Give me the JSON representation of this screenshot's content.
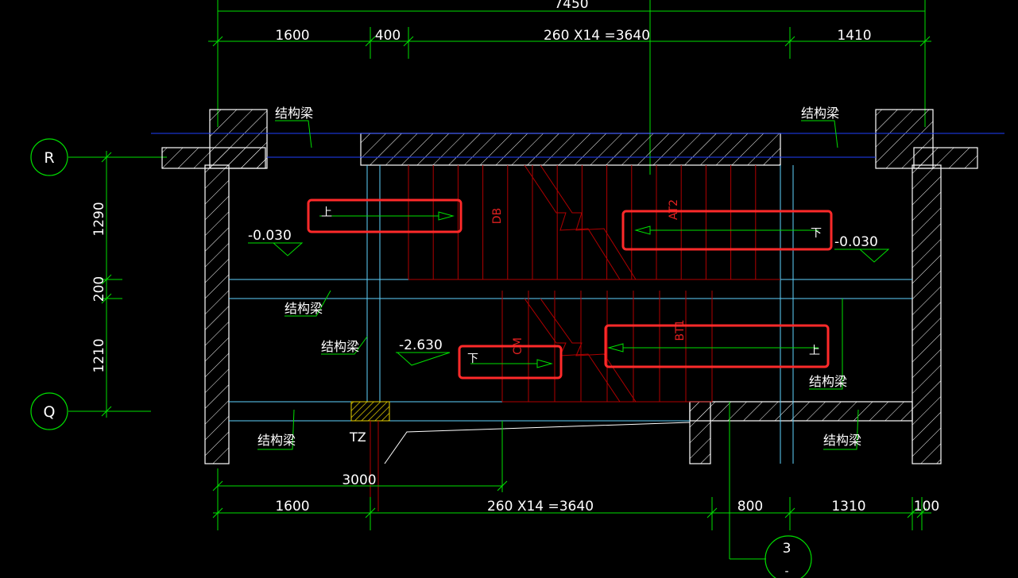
{
  "colors": {
    "background": "#000000",
    "dimension_line": "#00e000",
    "wall": "#ffffff",
    "stairs": "#b00000",
    "highlight": "#ff2a2a",
    "grid_line": "#5fd3ff"
  },
  "top_dims": {
    "overall": "7450",
    "d1": "1600",
    "d2": "400",
    "d3": "260 X14 =3640",
    "d4": "1410"
  },
  "bottom_dims": {
    "d_3000": "3000",
    "d1": "1600",
    "d2": "260 X14 =3640",
    "d3": "800",
    "d4": "1310",
    "d5": "100"
  },
  "left_dims": {
    "d1": "1290",
    "d2": "200",
    "d3": "1210"
  },
  "axes": {
    "r": "R",
    "q": "Q",
    "three": "3",
    "three_sub": "-"
  },
  "labels": {
    "beam_top_left": "结构梁",
    "beam_top_right": "结构梁",
    "beam_mid_left": "结构梁",
    "beam_mid_left2": "结构梁",
    "beam_mid_right": "结构梁",
    "beam_bottom_left": "结构梁",
    "beam_bottom_right": "结构梁",
    "tz": "TZ"
  },
  "elevations": {
    "left_upper": "-0.030",
    "right_upper": "-0.030",
    "mid": "-2.630"
  },
  "stairs": {
    "db": "DB",
    "at2": "AT2",
    "bt1": "BT1",
    "cm": "CM"
  },
  "arrows": {
    "up_left": "上",
    "down_right": "下",
    "down_mid": "下",
    "up_right": "上"
  }
}
